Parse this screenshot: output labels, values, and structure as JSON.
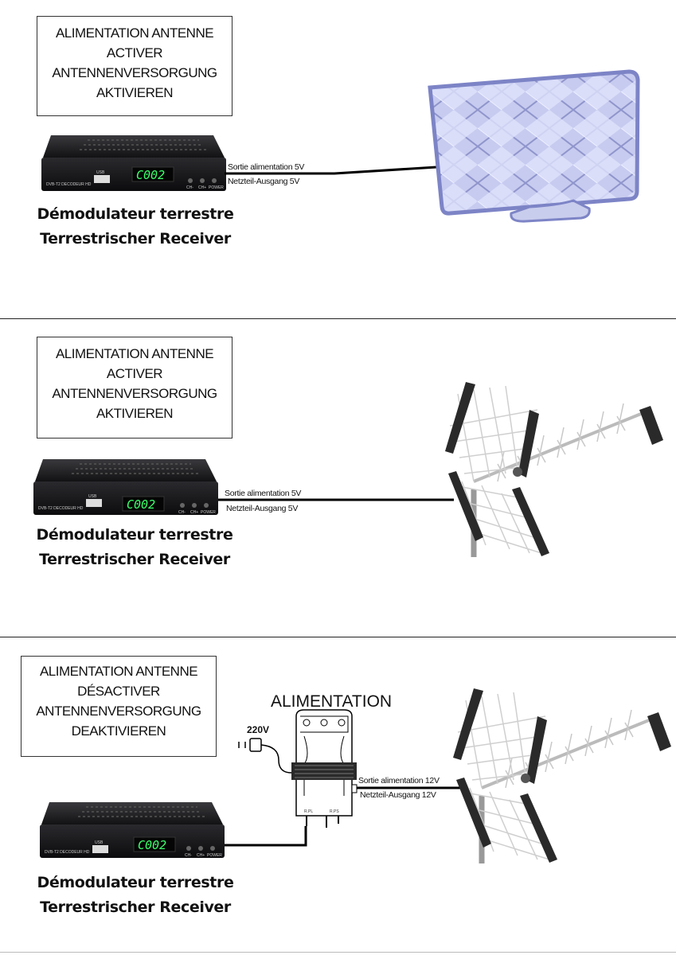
{
  "panels": [
    {
      "notice": {
        "fr_line1": "ALIMENTATION ANTENNE",
        "fr_line2": "ACTIVER",
        "de_line1": "ANTENNENVERSORGUNG",
        "de_line2": "AKTIVIEREN"
      },
      "receiver": {
        "display": "C002",
        "model": "DVB-T2 DECODEUR HD",
        "usb": "USB",
        "btn1": "CH-",
        "btn2": "CH+",
        "btn3": "POWER"
      },
      "cable": {
        "label_fr": "Sortie alimentation 5V",
        "label_de": "Netzteil-Ausgang 5V"
      },
      "caption": {
        "fr": "Démodulateur terrestre",
        "de": "Terrestrischer Receiver"
      },
      "antenna": "indoor-flat-antenna-icon"
    },
    {
      "notice": {
        "fr_line1": "ALIMENTATION ANTENNE",
        "fr_line2": "ACTIVER",
        "de_line1": "ANTENNENVERSORGUNG",
        "de_line2": "AKTIVIEREN"
      },
      "receiver": {
        "display": "C002",
        "model": "DVB-T2 DECODEUR HD",
        "usb": "USB",
        "btn1": "CH-",
        "btn2": "CH+",
        "btn3": "POWER"
      },
      "cable": {
        "label_fr": "Sortie alimentation  5V",
        "label_de": "Netzteil-Ausgang 5V"
      },
      "caption": {
        "fr": "Démodulateur terrestre",
        "de": "Terrestrischer Receiver"
      },
      "antenna": "outdoor-yagi-antenna-icon"
    },
    {
      "notice": {
        "fr_line1": "ALIMENTATION ANTENNE",
        "fr_line2": "DÉSACTIVER",
        "de_line1": "ANTENNENVERSORGUNG",
        "de_line2": "DEAKTIVIEREN"
      },
      "receiver": {
        "display": "C002",
        "model": "DVB-T2 DECODEUR HD",
        "usb": "USB",
        "btn1": "CH-",
        "btn2": "CH+",
        "btn3": "POWER"
      },
      "power_supply": {
        "title": "ALIMENTATION",
        "input": "220V",
        "port_in": "R.PL",
        "port_out": "R.PS"
      },
      "cable": {
        "label_fr": "Sortie alimentation 12V",
        "label_de": "Netzteil-Ausgang 12V"
      },
      "caption": {
        "fr": "Démodulateur terrestre",
        "de": "Terrestrischer Receiver"
      },
      "antenna": "outdoor-yagi-antenna-icon"
    }
  ],
  "colors": {
    "display_green": "#3aff6a",
    "receiver_body": "#1c1c1e",
    "antenna_panel": "#b9bee8"
  }
}
